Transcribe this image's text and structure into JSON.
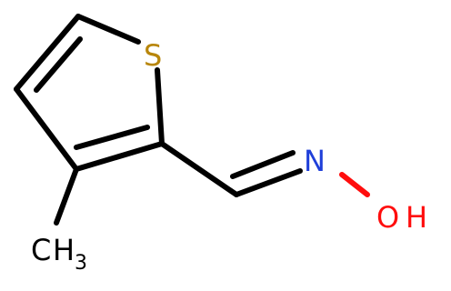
{
  "molecule": {
    "atoms": {
      "sulfur": {
        "label": "S",
        "color": "#b8860b"
      },
      "nitrogen": {
        "label": "N",
        "color": "#1f3fd9"
      },
      "hydroxyl_o": {
        "label": "O",
        "color": "#ff0d0d"
      },
      "hydroxyl_h": {
        "label": "H",
        "color": "#ff0d0d"
      },
      "methyl_c": {
        "label": "C",
        "color": "#000000"
      },
      "methyl_h": {
        "label": "H",
        "color": "#000000"
      },
      "methyl_count": {
        "label": "3",
        "color": "#000000"
      }
    },
    "bond_color": "#000000"
  }
}
